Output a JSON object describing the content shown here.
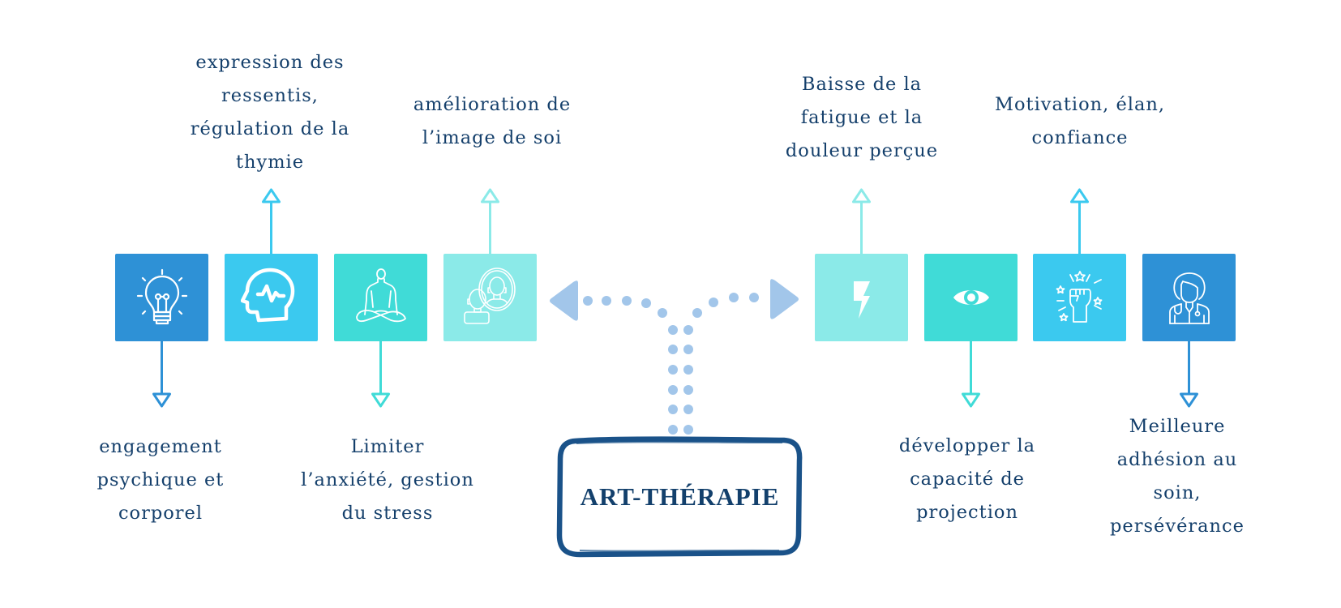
{
  "center": {
    "title": "ART-THÉRAPIE",
    "frame_color": "#1a5289",
    "connector_color": "#a2c6ea"
  },
  "colors": {
    "blue": "#2e91d6",
    "sky": "#3bc9ef",
    "teal": "#40dbd7",
    "aqua": "#8beae8",
    "text": "#143f6b"
  },
  "items": [
    {
      "icon": "lightbulb-icon",
      "color_key": "blue",
      "direction": "down",
      "lines": [
        "engagement",
        "psychique et",
        "corporel"
      ]
    },
    {
      "icon": "brain-head-icon",
      "color_key": "sky",
      "direction": "up",
      "lines": [
        "expression des",
        "ressentis,",
        "régulation de la",
        "thymie"
      ]
    },
    {
      "icon": "meditation-icon",
      "color_key": "teal",
      "direction": "down",
      "lines": [
        "Limiter",
        "l’anxiété, gestion",
        "du stress"
      ]
    },
    {
      "icon": "mirror-self-image-icon",
      "color_key": "aqua",
      "direction": "up",
      "lines": [
        "amélioration de",
        "l’image de soi"
      ]
    },
    {
      "icon": "lightning-bolt-icon",
      "color_key": "aqua",
      "direction": "up",
      "lines": [
        "Baisse de la",
        "fatigue et la",
        "douleur perçue"
      ]
    },
    {
      "icon": "eye-icon",
      "color_key": "teal",
      "direction": "down",
      "lines": [
        "développer la",
        "capacité de",
        "projection"
      ]
    },
    {
      "icon": "raised-fist-stars-icon",
      "color_key": "sky",
      "direction": "up",
      "lines": [
        "Motivation, élan,",
        "confiance"
      ]
    },
    {
      "icon": "doctor-icon",
      "color_key": "blue",
      "direction": "down",
      "lines": [
        "Meilleure",
        "adhésion au",
        "soin,",
        "persévérance"
      ]
    }
  ]
}
